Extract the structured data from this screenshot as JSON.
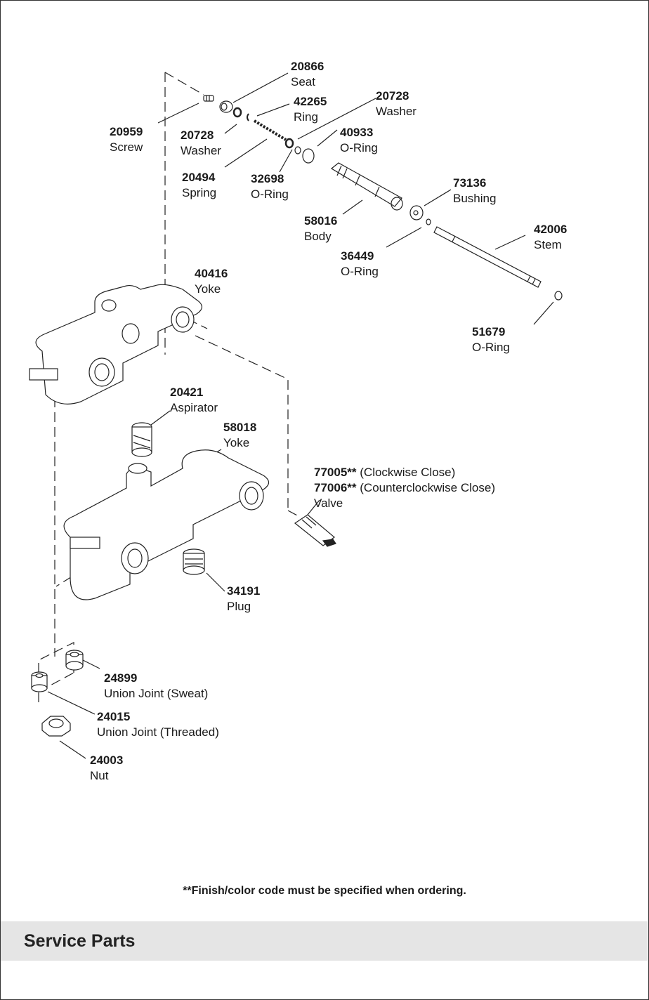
{
  "labels": {
    "p20866": {
      "number": "20866",
      "name": "Seat"
    },
    "p42265": {
      "number": "42265",
      "name": "Ring"
    },
    "p20728a": {
      "number": "20728",
      "name": "Washer"
    },
    "p20959": {
      "number": "20959",
      "name": "Screw"
    },
    "p20728b": {
      "number": "20728",
      "name": "Washer"
    },
    "p40933": {
      "number": "40933",
      "name": "O-Ring"
    },
    "p20494": {
      "number": "20494",
      "name": "Spring"
    },
    "p32698": {
      "number": "32698",
      "name": "O-Ring"
    },
    "p73136": {
      "number": "73136",
      "name": "Bushing"
    },
    "p58016": {
      "number": "58016",
      "name": "Body"
    },
    "p42006": {
      "number": "42006",
      "name": "Stem"
    },
    "p36449": {
      "number": "36449",
      "name": "O-Ring"
    },
    "p40416": {
      "number": "40416",
      "name": "Yoke"
    },
    "p51679": {
      "number": "51679",
      "name": "O-Ring"
    },
    "p20421": {
      "number": "20421",
      "name": "Aspirator"
    },
    "p58018": {
      "number": "58018",
      "name": "Yoke"
    },
    "p77005": {
      "number": "77005**",
      "name": "(Clockwise Close)"
    },
    "p77006": {
      "number": "77006**",
      "name": "(Counterclockwise Close)"
    },
    "valve": "Valve",
    "p34191": {
      "number": "34191",
      "name": "Plug"
    },
    "p24899": {
      "number": "24899",
      "name": "Union Joint (Sweat)"
    },
    "p24015": {
      "number": "24015",
      "name": "Union Joint (Threaded)"
    },
    "p24003": {
      "number": "24003",
      "name": "Nut"
    }
  },
  "footnote": "**Finish/color code must be specified when ordering.",
  "section_title": "Service Parts"
}
